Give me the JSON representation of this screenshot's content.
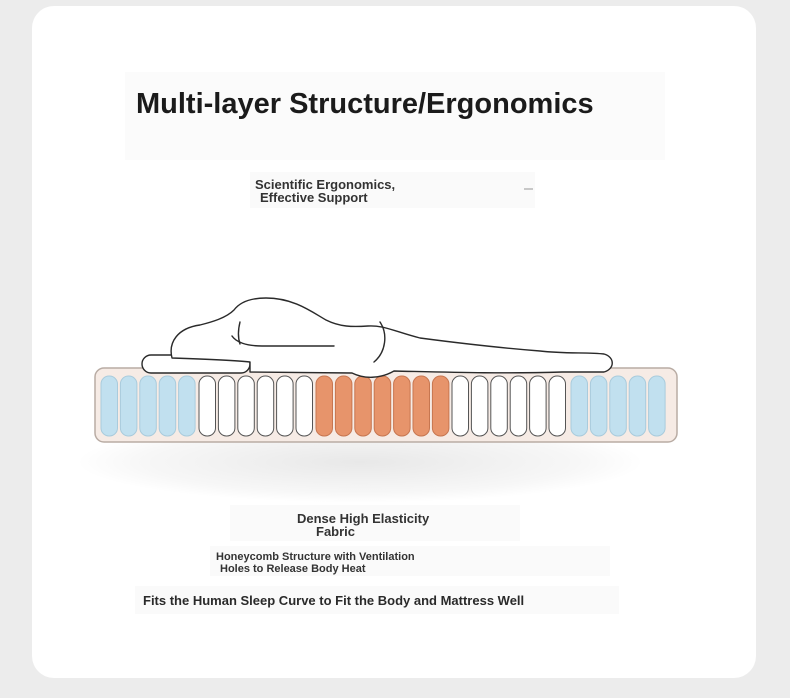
{
  "title": "Multi-layer Structure/Ergonomics",
  "subtitle": {
    "line1": "Scientific Ergonomics,",
    "line2": "Effective Support"
  },
  "captions": {
    "fabric_line1": "Dense High Elasticity",
    "fabric_line2": "Fabric",
    "honeycomb_line1": "Honeycomb Structure with Ventilation",
    "honeycomb_line2": "Holes to Release Body Heat",
    "curve": "Fits the Human Sleep Curve to Fit the Body and Mattress Well"
  },
  "colors": {
    "card": "#ffffff",
    "background": "#ececec",
    "mattress_cover": "#f6ebe5",
    "mattress_border": "#b9aca4",
    "zone_head_foot": "#c1e0ef",
    "zone_neutral": "#ffffff",
    "zone_hip": "#e7946b"
  },
  "icons": {
    "figure": "sleeping-person-icon",
    "mattress": "zoned-spring-mattress-icon"
  }
}
